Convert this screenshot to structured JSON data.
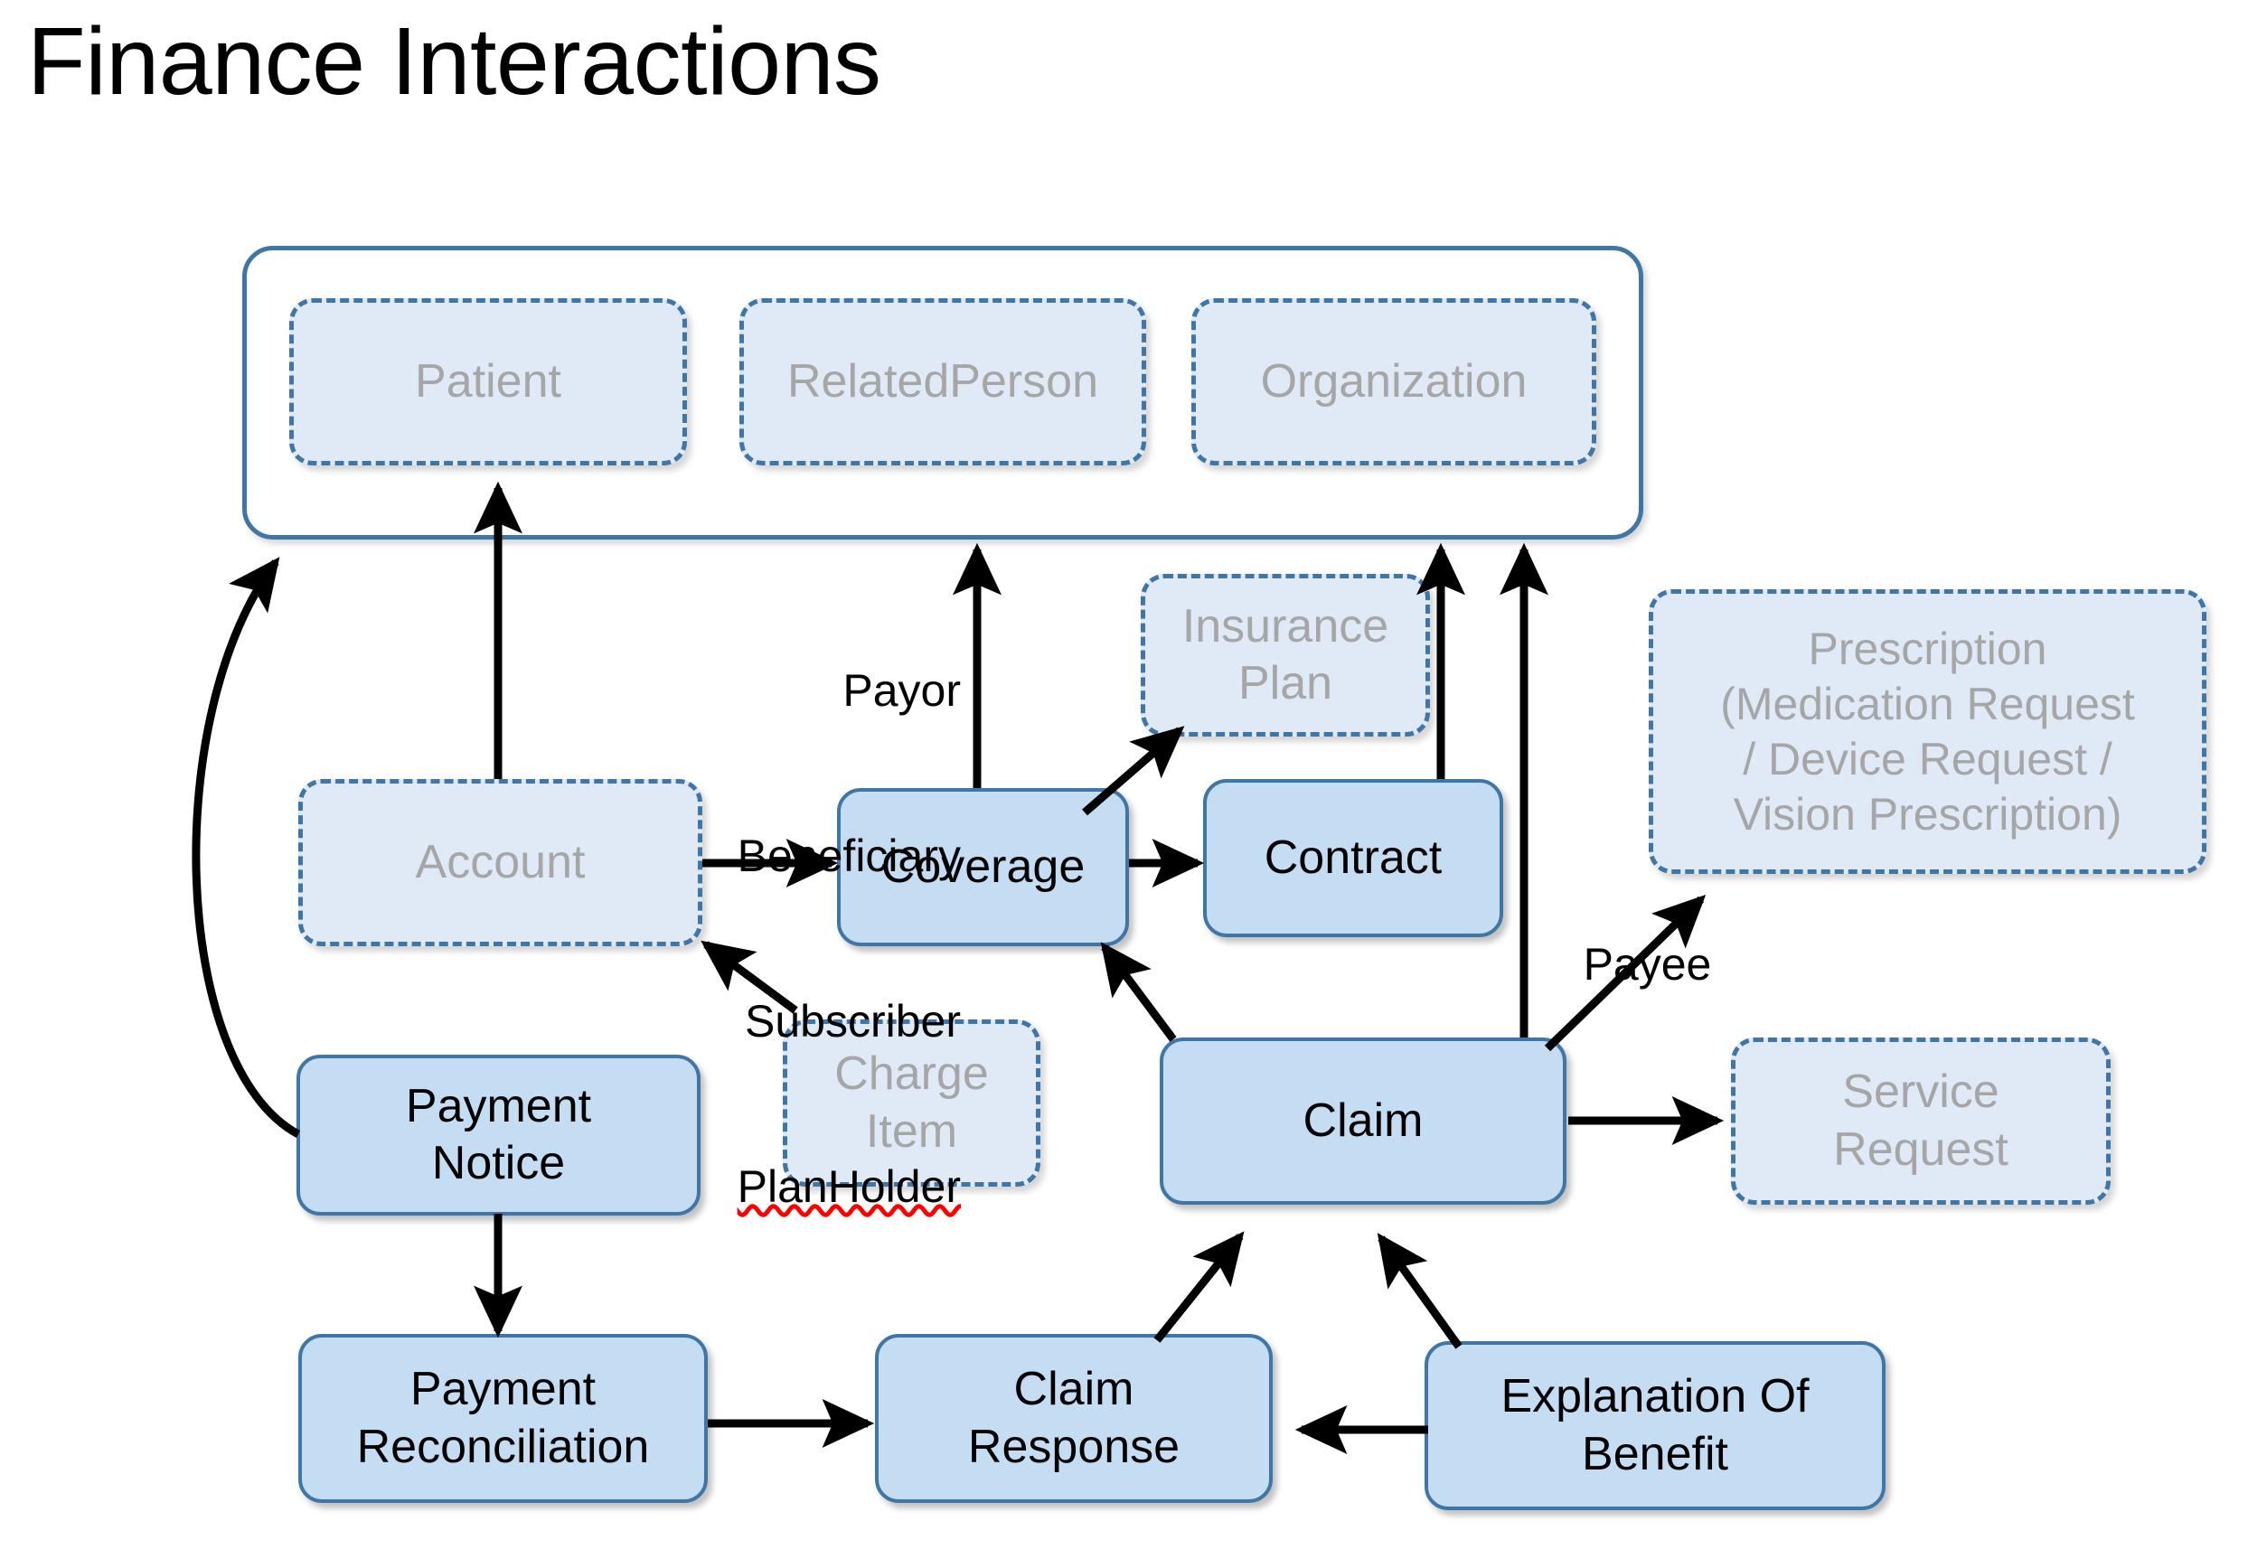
{
  "title": "Finance Interactions",
  "diagram": {
    "type": "flow-diagram",
    "theme": {
      "solid_fill": "#c5ddf2",
      "dashed_fill": "#dfeaf6",
      "border_blue": "#3f76a8",
      "solid_text": "#000000",
      "dashed_text": "#a6a6a6",
      "arrow_color": "#000000",
      "background": "#ffffff"
    },
    "actor_group": {
      "name": "actor-group",
      "style": "solid-rounded-container",
      "members": [
        {
          "id": "patient",
          "label": "Patient",
          "style": "dashed"
        },
        {
          "id": "relatedperson",
          "label": "RelatedPerson",
          "style": "dashed"
        },
        {
          "id": "organization",
          "label": "Organization",
          "style": "dashed"
        }
      ]
    },
    "nodes": [
      {
        "id": "insurance-plan",
        "label": "Insurance\nPlan",
        "style": "dashed"
      },
      {
        "id": "prescription",
        "label": "Prescription\n(Medication Request\n/ Device Request /\nVision Prescription)",
        "style": "dashed"
      },
      {
        "id": "account",
        "label": "Account",
        "style": "dashed"
      },
      {
        "id": "coverage",
        "label": "Coverage",
        "style": "solid"
      },
      {
        "id": "contract",
        "label": "Contract",
        "style": "solid"
      },
      {
        "id": "charge-item",
        "label": "Charge\nItem",
        "style": "dashed"
      },
      {
        "id": "claim",
        "label": "Claim",
        "style": "solid"
      },
      {
        "id": "service-request",
        "label": "Service\nRequest",
        "style": "dashed"
      },
      {
        "id": "payment-notice",
        "label": "Payment\nNotice",
        "style": "solid"
      },
      {
        "id": "payment-reconciliation",
        "label": "Payment\nReconciliation",
        "style": "solid"
      },
      {
        "id": "claim-response",
        "label": "Claim\nResponse",
        "style": "solid"
      },
      {
        "id": "explanation-of-benefit",
        "label": "Explanation Of\nBenefit",
        "style": "solid"
      }
    ],
    "edge_labels": {
      "coverage_roles": {
        "lines": [
          "Payor",
          "Beneficiary",
          "Subscriber",
          "PlanHolder"
        ],
        "misspelled_line": "PlanHolder"
      },
      "payee": "Payee"
    },
    "edges": [
      {
        "from": "account",
        "to": "patient",
        "label": ""
      },
      {
        "from": "account",
        "to": "coverage",
        "label": ""
      },
      {
        "from": "coverage",
        "to": "actor-group",
        "label": "Payor / Beneficiary / Subscriber / PlanHolder"
      },
      {
        "from": "coverage",
        "to": "insurance-plan",
        "label": ""
      },
      {
        "from": "coverage",
        "to": "contract",
        "label": ""
      },
      {
        "from": "contract",
        "to": "actor-group",
        "label": ""
      },
      {
        "from": "charge-item",
        "to": "account",
        "label": ""
      },
      {
        "from": "claim",
        "to": "coverage",
        "label": ""
      },
      {
        "from": "claim",
        "to": "actor-group",
        "label": "Payee"
      },
      {
        "from": "claim",
        "to": "prescription",
        "label": ""
      },
      {
        "from": "claim",
        "to": "service-request",
        "label": ""
      },
      {
        "from": "payment-notice",
        "to": "actor-group",
        "label": ""
      },
      {
        "from": "payment-notice",
        "to": "payment-reconciliation",
        "label": ""
      },
      {
        "from": "payment-reconciliation",
        "to": "claim-response",
        "label": ""
      },
      {
        "from": "claim-response",
        "to": "claim",
        "label": ""
      },
      {
        "from": "explanation-of-benefit",
        "to": "claim-response",
        "label": ""
      },
      {
        "from": "explanation-of-benefit",
        "to": "claim",
        "label": ""
      }
    ]
  }
}
